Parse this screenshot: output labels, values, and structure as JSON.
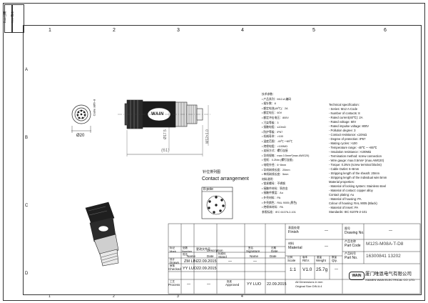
{
  "border": {
    "top_numbers": [
      "1",
      "2",
      "3",
      "4",
      "5",
      "6"
    ],
    "side_letters": [
      "A",
      "B",
      "C",
      "D"
    ]
  },
  "revision_box": {
    "label1": "Rev. 版本",
    "label2": "Date日期"
  },
  "dimensions": {
    "face_diameter": "Ø20",
    "length": "(61)",
    "thread": "M12×1.0",
    "left_dim": "Ø17.5",
    "cable_range": "Cable ≤Ø6~8",
    "cable_code": "ODSE"
  },
  "pin": {
    "title_cn": "针位排列图",
    "title_en": "Contact arrangement",
    "label": "8-pole",
    "logo_text": "WAIN"
  },
  "tech_cn": [
    "技术参数：",
    "• 产品系列：M12-A 编码",
    "• 插针数：8",
    "• 额定电流(40℃)：2A",
    "• 额定电压：60V",
    "• 额定冲击电压：800V",
    "• 污染等级：3",
    "• 接触电阻：≤10mΩ",
    "• 防护等级：IP67",
    "• 机械寿命：>100",
    "• 温度范围：-40℃~+85℃",
    "• 绝缘电阻：>100MΩ",
    "• 连接方式：螺钉连接",
    "• 导线规格：max.0.5mm²(max.AWG20)",
    "• 扭矩：0.2Nm (螺钉连接)",
    "• 电缆外径：6~8mm",
    "• 导线剥线长度：20mm",
    "• 单线剥线长度：5mm",
    "材料说明：",
    "• 锁紧螺母：不锈钢",
    "• 接触件材料：铜合金",
    "• 接触件镀层：Au",
    "• 外壳材料：PA",
    "• 外壳颜色：RAL 9005 (黑色)",
    "• 绝缘体材料：PA",
    "",
    "参照标准：IEC 61076-2-101"
  ],
  "tech_en": [
    "Technical specification:",
    "- Series: M12 A-Code",
    "- Number of contacts: 8",
    "- Rated current(40℃): 2A",
    "- Rated voltage: 60V",
    "- Rated impulse voltage: 800V",
    "- Pollution degree: 3",
    "- Contact resistance: ≤10mΩ",
    "- Degree of protection: IP67",
    "- Mating cycles: >100",
    "- Temperature range: -40℃ ~ +85℃",
    "- Insulation resistance: >100MΩ",
    "- Termination method: screw connection",
    "- Wire gauge: max.0.5mm² (max.AWG20)",
    "- Torque: 0.2Nm (screw terminal blocks)",
    "- Cable Outlet: 6~8mm",
    "- Stripping length of the sheath: 20mm",
    "- Stripping length of the individual wire:5mm",
    "Material properties:",
    "- Material of locking system: Stainless steel",
    "- Material of contact: copper alloy",
    "  Contact plating: Au",
    "- Material of housing: PA",
    "  Colour of housing: RAL 9005 (Black)",
    "- Material of insert: PA",
    "",
    "Standards: IEC 61076-2-101"
  ],
  "title_block": {
    "finish_cn": "表面处理",
    "finish_en": "Finish",
    "finish_val": "—",
    "material_cn": "材料",
    "material_en": "Material",
    "material_val": "—",
    "drawing_no_cn": "图号",
    "drawing_no_en": "Drawing No.",
    "drawing_no_val": "—",
    "part_code_cn": "产品名称",
    "part_code_en": "Part Code",
    "part_code_val": "M12S-M08A-T-D8",
    "part_no_cn": "产品料号",
    "part_no_en": "Part No.",
    "part_no_val": "16300841 13202",
    "mark_cn": "标记",
    "mark_en": "Mark",
    "number_cn": "处数",
    "number_en": "Number",
    "change_cn": "更改文件号",
    "change_en": "Description",
    "signature_cn": "签名",
    "signature_en": "Signature",
    "date_cn": "日期",
    "date_en": "Date",
    "drawn_cn": "设计",
    "drawn_en": "Drawn",
    "drawn_name": "ZM LIN",
    "drawn_date": "22.09.2015",
    "checked_cn": "审核",
    "checked_en": "Checked",
    "checked_name": "YY LUO",
    "checked_date": "22.09.2015",
    "process_cn": "工艺",
    "process_en": "Process",
    "process_name": "—",
    "process_date": "—",
    "name_cn": "姓名",
    "name_en": "Name",
    "stand_cn": "标准化",
    "stand_en": "Stand",
    "approved_cn": "批准",
    "approved_en": "Approved",
    "approved_name": "YY LUO",
    "approved_date": "22.09.2015",
    "scale_cn": "比例",
    "scale_en": "Scale",
    "scale_val": "1:1",
    "rev_cn": "版本",
    "rev_en": "REV.",
    "rev_val": "V1.0",
    "weight_cn": "重量",
    "weight_en": "Weight",
    "weight_val": "25.7g",
    "qty_cn": "数量",
    "qty_en": "Qty.",
    "qty_val": "—",
    "dims_note": "All Dimensions in mm",
    "size_note": "Original Size DIN A 4",
    "company_cn": "厦门唯恩电气有限公司",
    "company_en": "XIAMEN WAIN ELECTRICAL CO.,LTD.",
    "logo": "WAIN"
  }
}
